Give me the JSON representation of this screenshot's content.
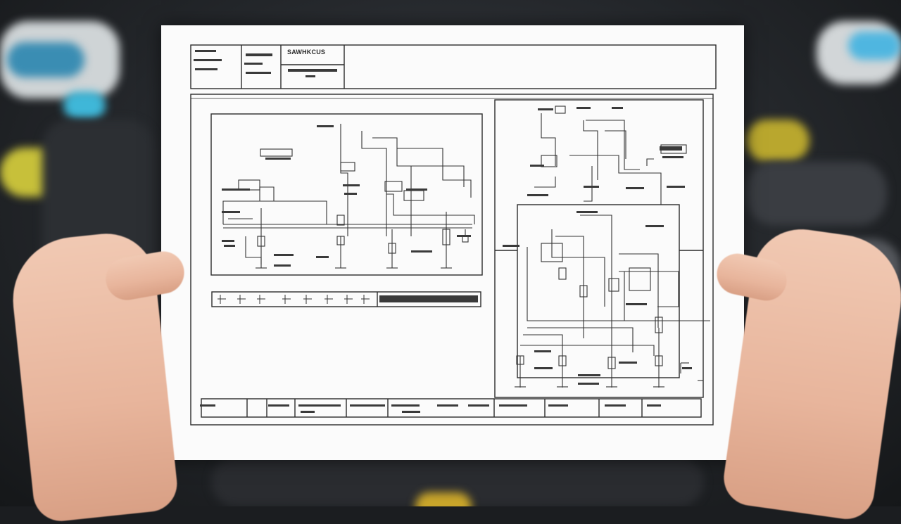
{
  "scene": {
    "description_tags": [
      "hands",
      "paper-sheet",
      "wiring-schematic",
      "engine-bay-background"
    ]
  },
  "title_block": {
    "heading": "SAWHKCUS"
  },
  "colors": {
    "paper": "#fbfbfb",
    "ink": "#2a2a2a",
    "skin": "#ebbaa1",
    "background": "#24272b",
    "accent_blue": "#3aa0c8",
    "accent_yellow": "#c9b23a"
  },
  "icons": [
    "schematic-drawing",
    "hand-left",
    "hand-right"
  ]
}
